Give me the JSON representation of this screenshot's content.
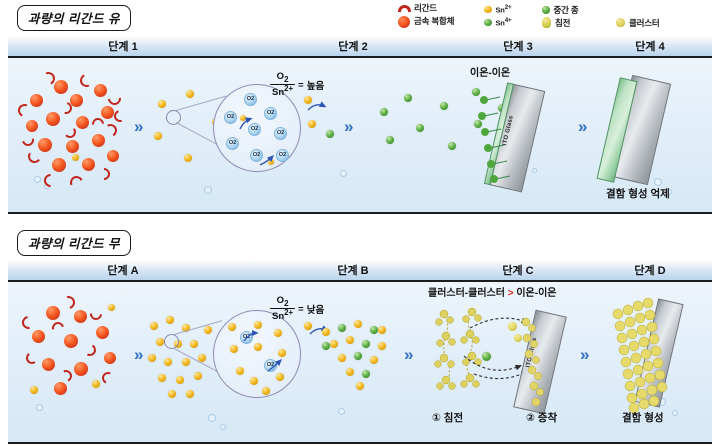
{
  "legend": {
    "items": [
      {
        "key": "ligand",
        "label": "리간드",
        "icon": "ligand-crescent-icon"
      },
      {
        "key": "complex",
        "label": "금속 복합체",
        "icon": "metal-complex-sphere-icon"
      },
      {
        "key": "sn2",
        "label": "Sn2+",
        "icon": "sn2-dot-icon"
      },
      {
        "key": "sn4",
        "label": "Sn4+",
        "icon": "sn4-dot-icon"
      },
      {
        "key": "mid",
        "label": "중간 종",
        "icon": "intermediate-species-dot-icon"
      },
      {
        "key": "precip",
        "label": "침전",
        "icon": "precipitate-icon"
      },
      {
        "key": "cluster",
        "label": "클러스터",
        "icon": "cluster-icon"
      }
    ]
  },
  "panels": [
    {
      "id": "top",
      "title": "과량의 리간드 유",
      "steps": [
        {
          "label": "단계 1"
        },
        {
          "label": "단계 2"
        },
        {
          "label": "단계 3"
        },
        {
          "label": "단계 4"
        }
      ],
      "ratio": {
        "numerator": "O2",
        "denominator": "Sn2+",
        "equals": "=",
        "value": "높음"
      },
      "interaction_note": "이온-이온",
      "substrate_label": "ITO Glass",
      "outcome": "결함 형성 억제"
    },
    {
      "id": "bottom",
      "title": "과량의 리간드 무",
      "steps": [
        {
          "label": "단계 A"
        },
        {
          "label": "단계 B"
        },
        {
          "label": "단계 C"
        },
        {
          "label": "단계 D"
        }
      ],
      "ratio": {
        "numerator": "O2",
        "denominator": "Sn2+",
        "equals": "=",
        "value": "낮음"
      },
      "interaction_note_left": "클러스터-클러스터",
      "interaction_note_gt": ">",
      "interaction_note_right": "이온-이온",
      "substrate_label": "ITO Glass",
      "sub_steps": [
        {
          "label": "① 침전"
        },
        {
          "label": "② 증착"
        }
      ],
      "outcome": "결함 형성"
    }
  ],
  "molecule_label": "O2",
  "colors": {
    "ligand_red": "#c0261c",
    "complex_orange": "#f4561f",
    "sn2_yellow": "#f3b81c",
    "sn4_green": "#5cae44",
    "cluster_yellow": "#e0d35d",
    "arrow_blue": "#2f6fc4",
    "band_blue": "#b9d4ec",
    "stage_blue": "#dbeaf7",
    "gt_red": "#d1201a",
    "film_green": "#98cfa4"
  }
}
